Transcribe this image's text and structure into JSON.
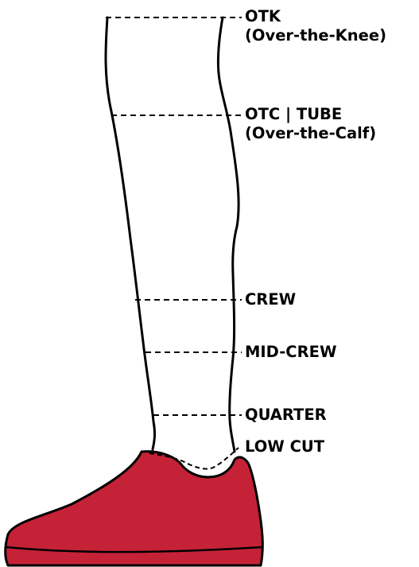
{
  "labels": {
    "otk": {
      "title": "OTK",
      "sub": "(Over-the-Knee)"
    },
    "otc": {
      "title": "OTC | TUBE",
      "sub": "(Over-the-Calf)"
    },
    "crew": {
      "title": "CREW"
    },
    "mid_crew": {
      "title": "MID-CREW"
    },
    "quarter": {
      "title": "QUARTER"
    },
    "low_cut": {
      "title": "LOW CUT"
    }
  },
  "colors": {
    "shoe": "#c52237",
    "outline": "#000000",
    "background": "#ffffff"
  }
}
